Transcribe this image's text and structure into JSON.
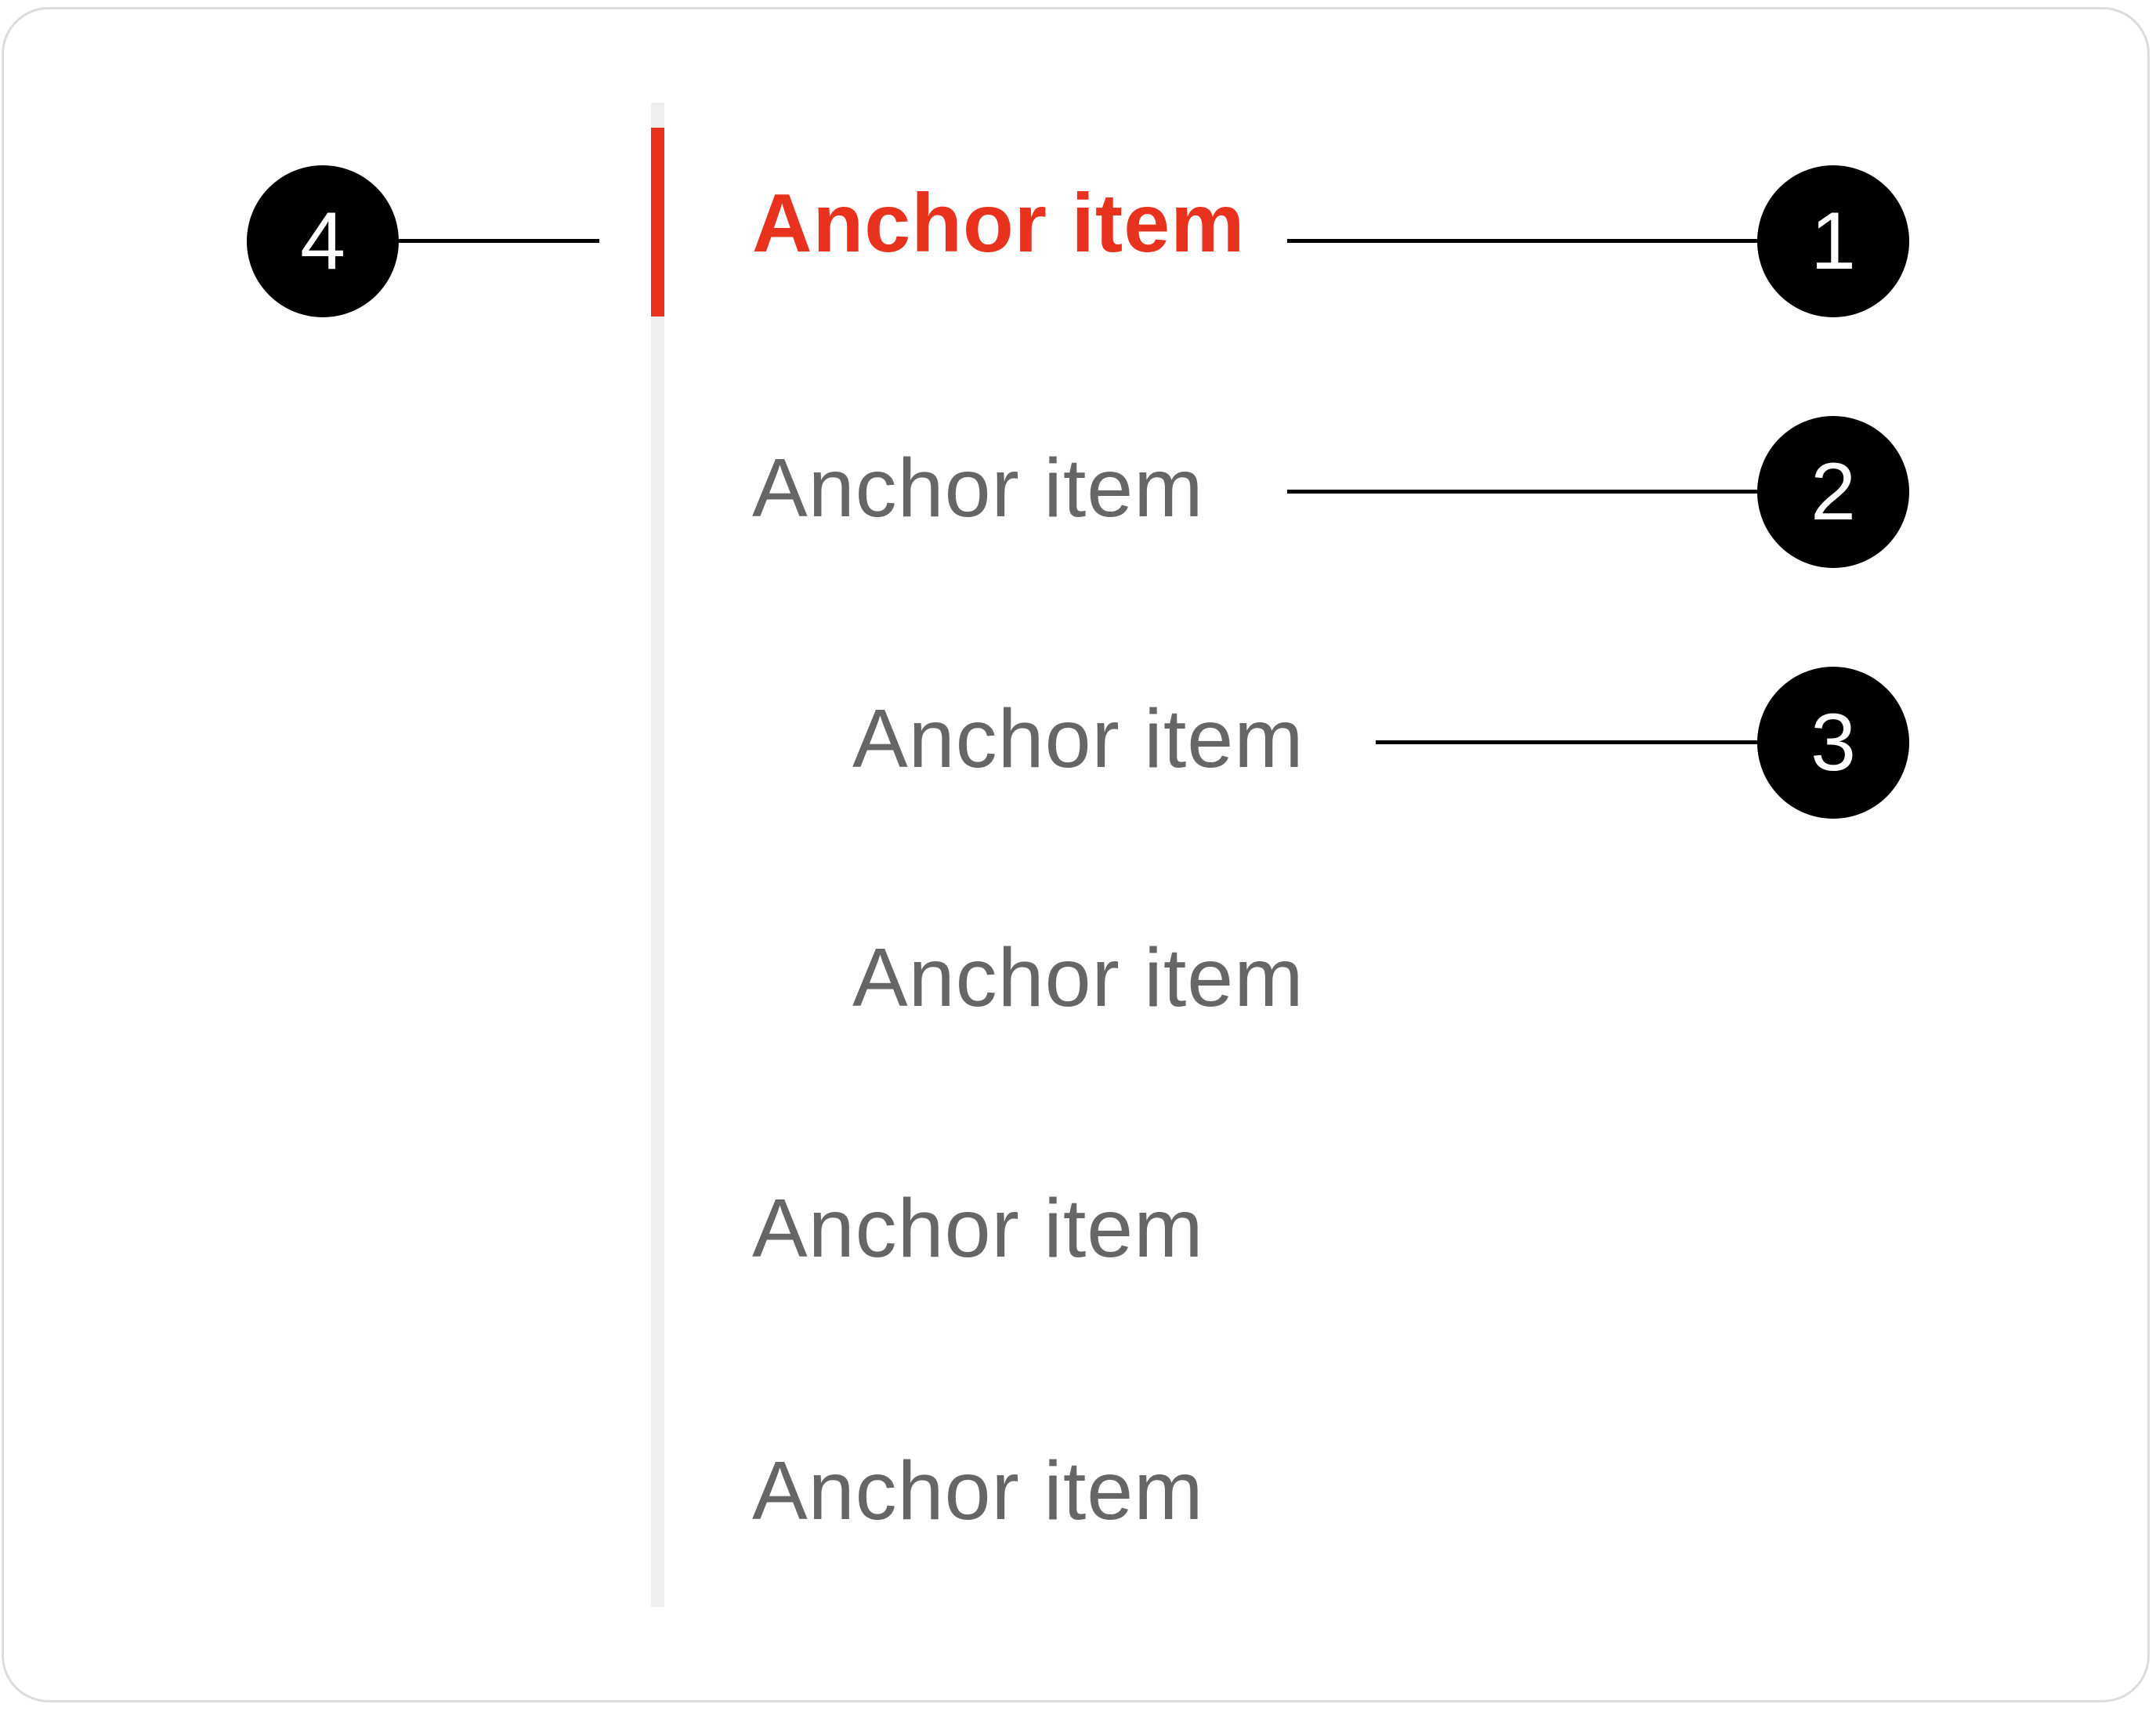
{
  "anchor": {
    "items": [
      {
        "label": "Anchor item",
        "level": 1,
        "active": true
      },
      {
        "label": "Anchor item",
        "level": 1,
        "active": false
      },
      {
        "label": "Anchor item",
        "level": 2,
        "active": false
      },
      {
        "label": "Anchor item",
        "level": 2,
        "active": false
      },
      {
        "label": "Anchor item",
        "level": 1,
        "active": false
      },
      {
        "label": "Anchor item",
        "level": 1,
        "active": false
      }
    ]
  },
  "annotations": {
    "markers": [
      "1",
      "2",
      "3",
      "4"
    ]
  },
  "colors": {
    "active": "#e8321e",
    "inactive": "#666666",
    "track": "#eeeeee",
    "marker": "#000000"
  }
}
